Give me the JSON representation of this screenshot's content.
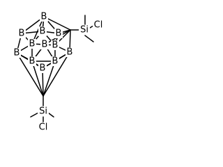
{
  "molecule": {
    "cage_atoms": [
      {
        "id": "top",
        "symbol": "B"
      },
      {
        "id": "ul1",
        "symbol": "B"
      },
      {
        "id": "ul2",
        "symbol": "B"
      },
      {
        "id": "um1",
        "symbol": "B"
      },
      {
        "id": "um2",
        "symbol": "B"
      },
      {
        "id": "ll1",
        "symbol": "B"
      },
      {
        "id": "ll2",
        "symbol": "B"
      },
      {
        "id": "lm1",
        "symbol": "B"
      },
      {
        "id": "lm2",
        "symbol": "B"
      },
      {
        "id": "lr",
        "symbol": "B"
      }
    ],
    "substituents": {
      "upper_si": "Si",
      "upper_cl": "Cl",
      "lower_si": "Si",
      "lower_cl": "Cl"
    }
  }
}
